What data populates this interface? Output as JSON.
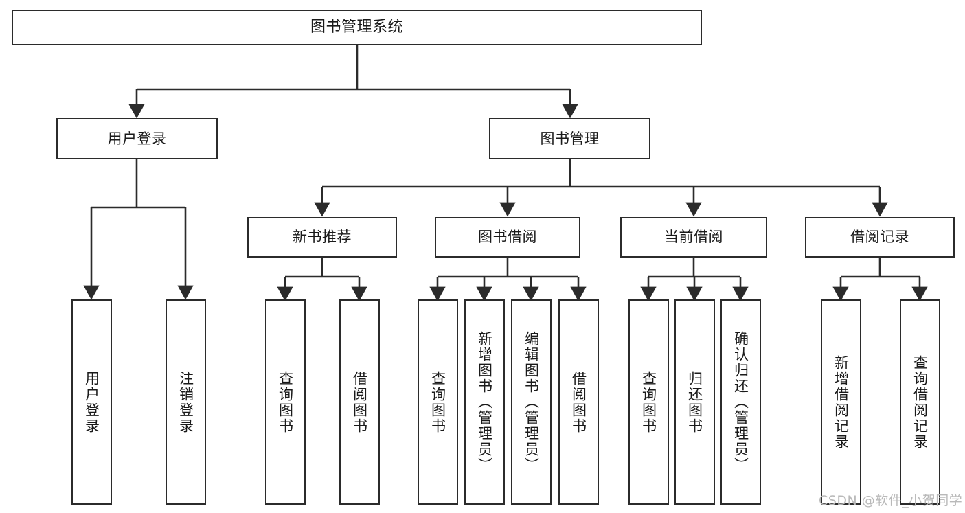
{
  "diagram": {
    "title": "图书管理系统",
    "type": "hierarchy-tree",
    "levels": 4,
    "colors": {
      "box_border": "#2b2b2b",
      "box_fill": "#ffffff",
      "edge": "#2b2b2b",
      "text": "#1a1a1a",
      "watermark": "#b9b9b9"
    }
  },
  "nodes": {
    "root": {
      "label": "图书管理系统"
    },
    "level2": [
      {
        "label": "用户登录"
      },
      {
        "label": "图书管理"
      }
    ],
    "level3": [
      {
        "label": "新书推荐"
      },
      {
        "label": "图书借阅"
      },
      {
        "label": "当前借阅"
      },
      {
        "label": "借阅记录"
      }
    ],
    "leaves": {
      "user_login": [
        {
          "label": "用户登录"
        },
        {
          "label": "注销登录"
        }
      ],
      "new_book_recommend": [
        {
          "label": "查询图书"
        },
        {
          "label": "借阅图书"
        }
      ],
      "book_borrow": [
        {
          "label": "查询图书"
        },
        {
          "label": "新增图书（管理员）"
        },
        {
          "label": "编辑图书（管理员）"
        },
        {
          "label": "借阅图书"
        }
      ],
      "current_borrow": [
        {
          "label": "查询图书"
        },
        {
          "label": "归还图书"
        },
        {
          "label": "确认归还（管理员）"
        }
      ],
      "borrow_record": [
        {
          "label": "新增借阅记录"
        },
        {
          "label": "查询借阅记录"
        }
      ]
    }
  },
  "watermark": {
    "text": "CSDN @软件_小贺同学"
  }
}
